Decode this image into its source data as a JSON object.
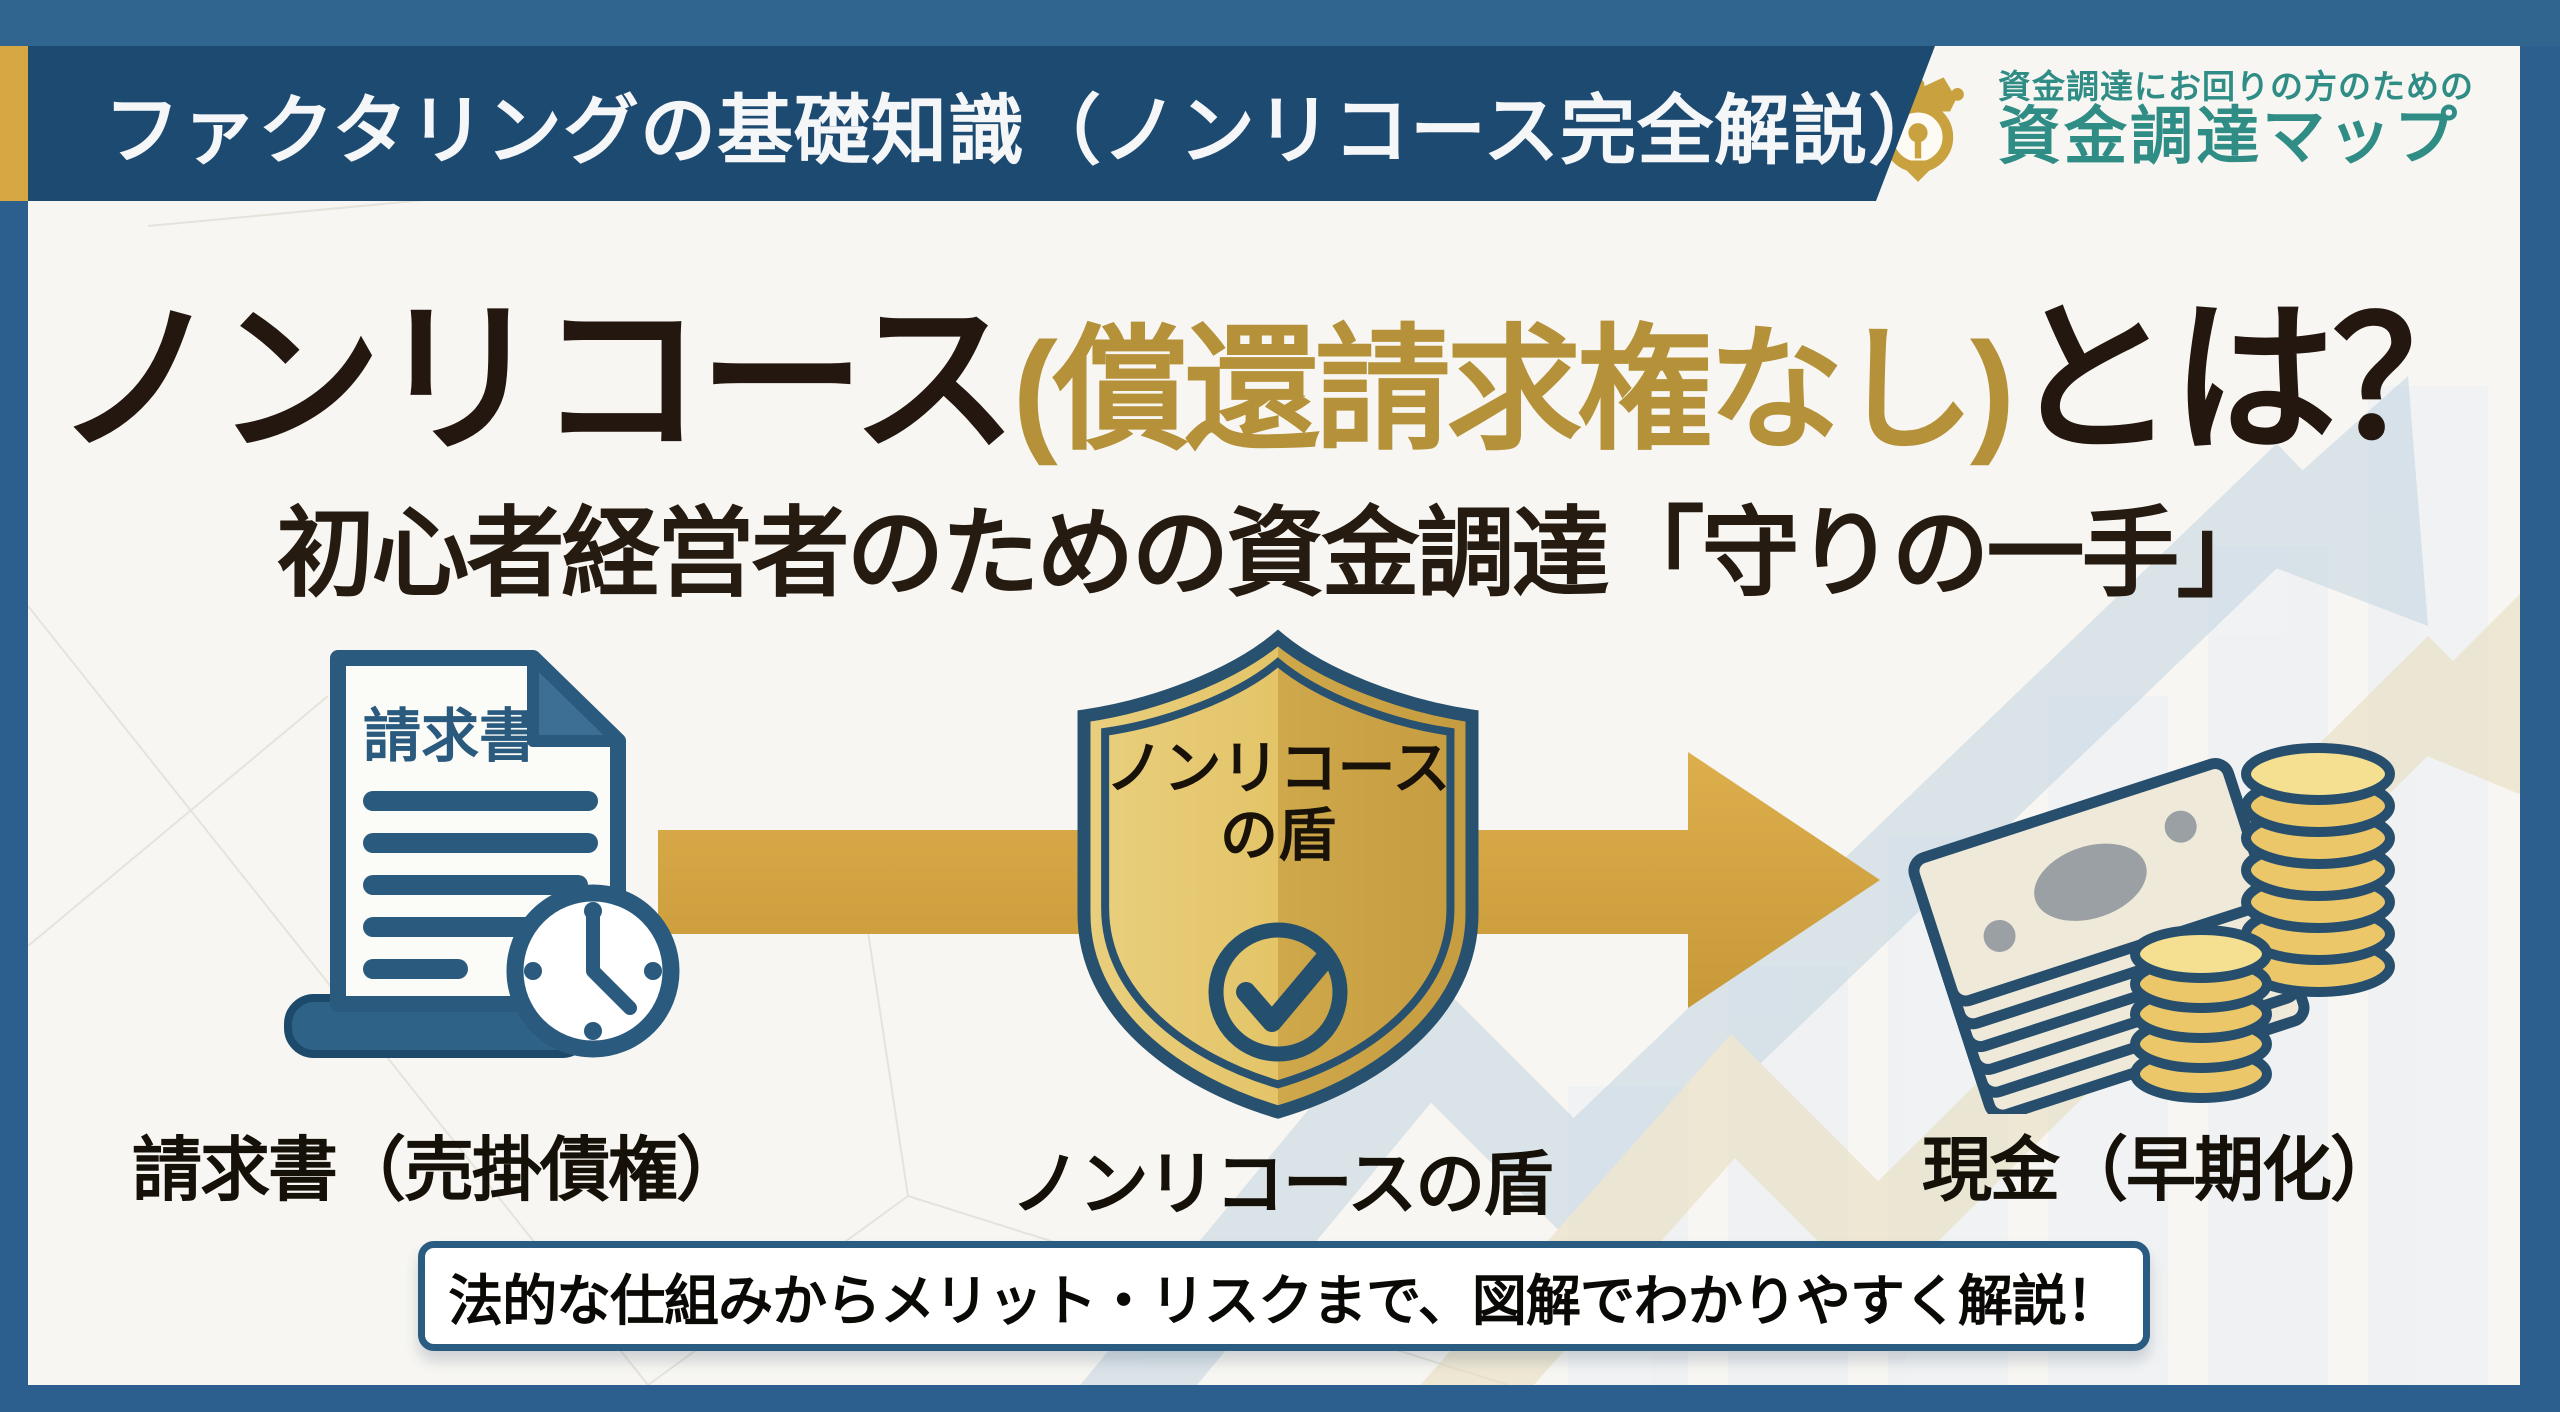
{
  "header": {
    "title": "ファクタリングの基礎知識（ノンリコース完全解説）"
  },
  "logo": {
    "tagline": "資金調達にお回りの方のための",
    "name": "資金調達マップ",
    "icon": "crown-map-pin-icon"
  },
  "hero": {
    "title_part1": "ノンリコース",
    "title_part2": "(償還請求権なし)",
    "title_part3": "とは？",
    "subtitle": "初心者経営者のための資金調達「守りの一手」"
  },
  "diagram": {
    "invoice": {
      "doc_title": "請求書",
      "label": "請求書（売掛債権）",
      "icon": "invoice-clock-icon"
    },
    "shield": {
      "text": "ノンリコース\nの盾",
      "label": "ノンリコースの盾",
      "icon": "shield-check-icon"
    },
    "cash": {
      "label": "現金（早期化）",
      "icon": "cash-coins-icon"
    }
  },
  "footer_banner": {
    "text": "法的な仕組みからメリット・リスクまで、図解でわかりやすく解説！"
  },
  "colors": {
    "frame_blue": "#2c5f8e",
    "header_navy": "#1d4a70",
    "accent_gold": "#d2a342",
    "title_gold": "#b5913a",
    "logo_teal": "#2f8d86",
    "icon_navy": "#2a5a7e",
    "text_dark": "#241710"
  }
}
